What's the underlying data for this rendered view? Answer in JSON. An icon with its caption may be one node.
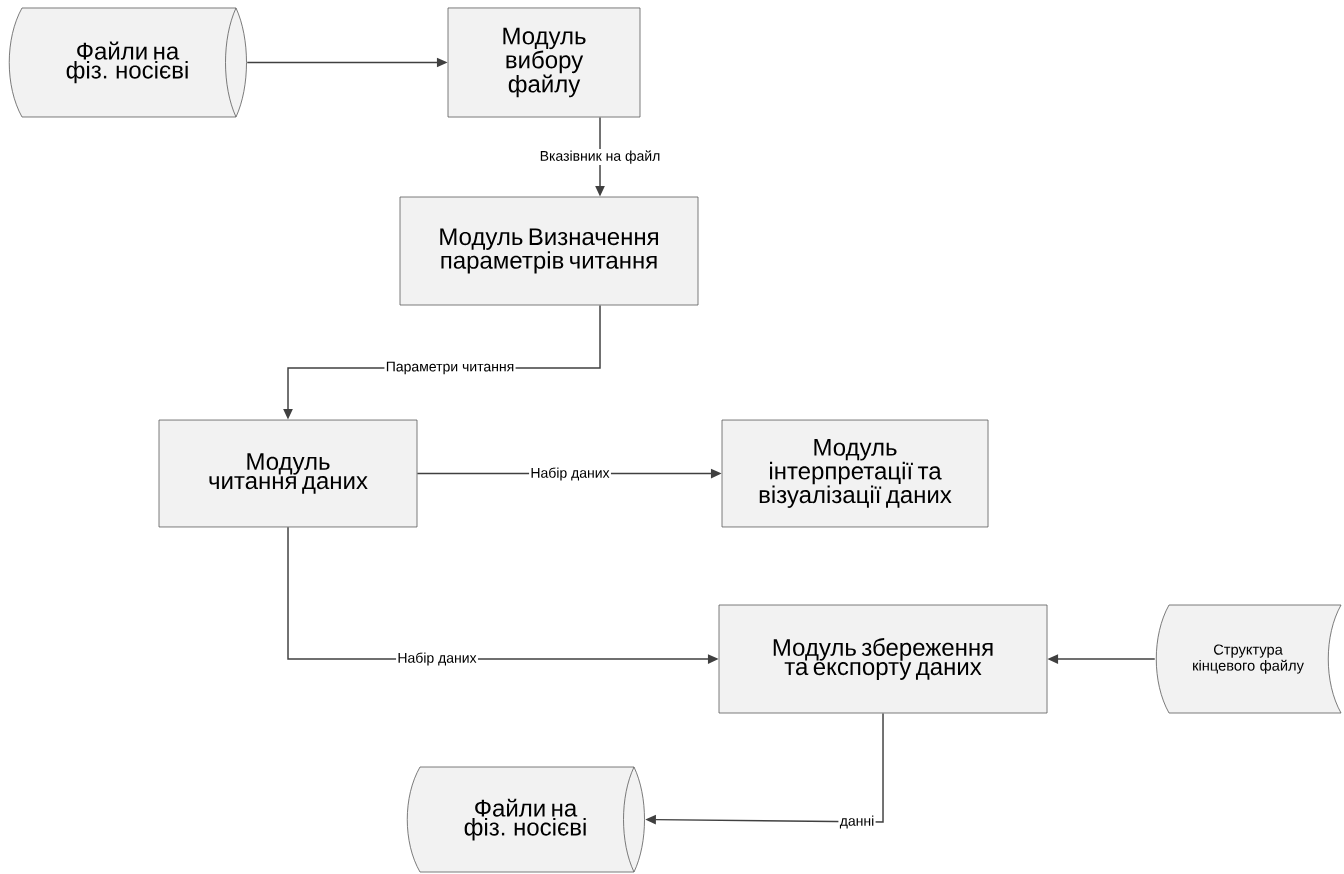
{
  "diagram": {
    "nodes": [
      {
        "text": [
          "Файли на фіз. носієві"
        ]
      },
      {
        "text": [
          "Модуль вибору файлу"
        ]
      },
      {
        "text": [
          "Модуль Визначення параметрів читання"
        ]
      },
      {
        "text": [
          "Модуль читання даних"
        ]
      },
      {
        "text": [
          "Модуль інтерпретації та візуалізації даних"
        ]
      },
      {
        "text": [
          "Модуль збереження та експорту даних"
        ]
      },
      {
        "text": [
          "Структура кінцевого файлу"
        ]
      },
      {
        "text": [
          "Файли на фіз. носієві"
        ]
      }
    ],
    "edges": [
      {
        "from": 0,
        "to": 1,
        "arrow": "to"
      },
      {
        "from": 1,
        "to": 2,
        "arrow": "to",
        "label": "Вказівник на файл"
      },
      {
        "from": 2,
        "to": 3,
        "arrow": "to",
        "label": "Параметри читання"
      },
      {
        "from": 3,
        "to": 4,
        "arrow": "to",
        "label": "Набір даних"
      },
      {
        "from": 3,
        "to": 5,
        "arrow": "to",
        "label": "Набір даних"
      },
      {
        "from": 6,
        "to": 5,
        "arrow": "to"
      },
      {
        "from": 5,
        "to": 7,
        "arrow": "to",
        "label": "данні"
      }
    ]
  }
}
